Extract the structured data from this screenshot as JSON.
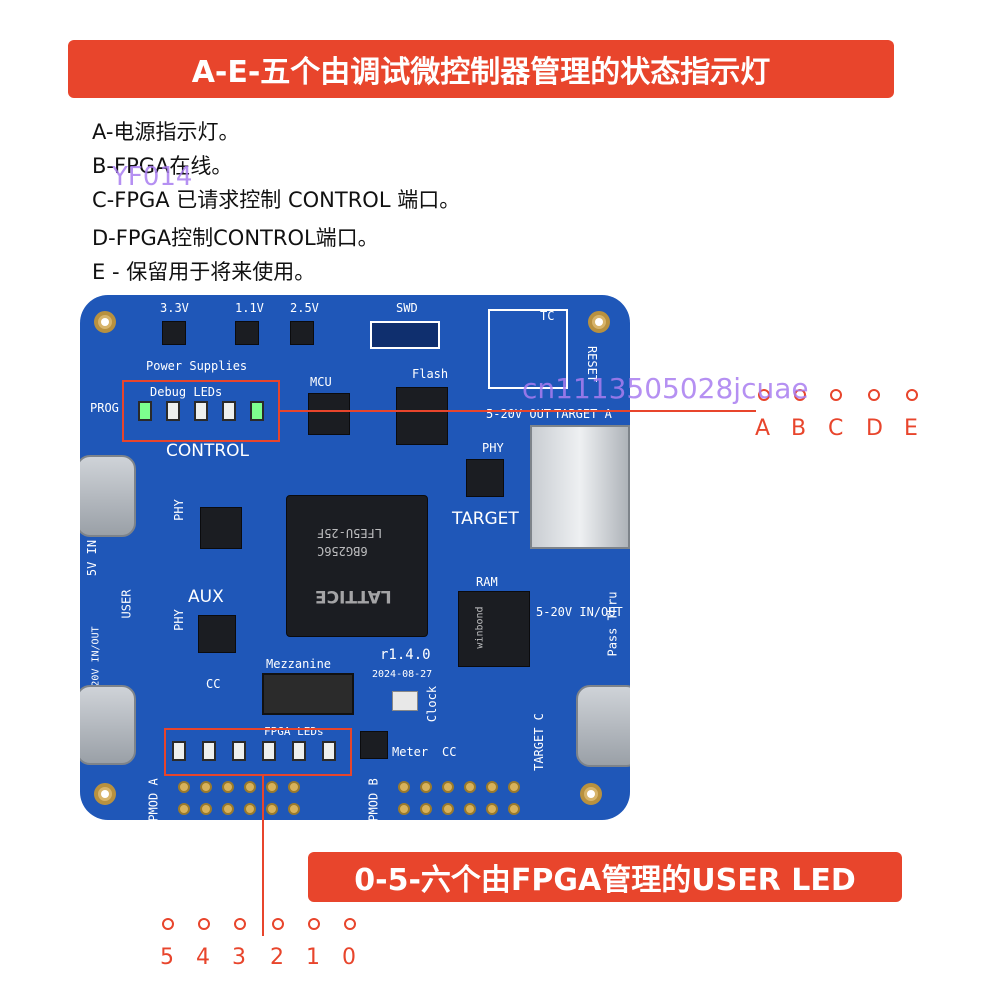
{
  "title_top": "A-E-五个由调试微控制器管理的状态指示灯",
  "descriptions": [
    "A-电源指示灯。",
    "B-FPGA在线。",
    "C-FPGA 已请求控制 CONTROL 端口。",
    "D-FPGA控制CONTROL端口。",
    "E - 保留用于将来使用。"
  ],
  "title_bottom": "0-5-六个由FPGA管理的USER LED",
  "watermarks": [
    "YF014",
    "cn1113505028jcuae"
  ],
  "debug_led_labels": [
    "A",
    "B",
    "C",
    "D",
    "E"
  ],
  "user_led_labels": [
    "5",
    "4",
    "3",
    "2",
    "1",
    "0"
  ],
  "board": {
    "power_supplies": "Power Supplies",
    "v33": "3.3V",
    "v11": "1.1V",
    "v25": "2.5V",
    "swd": "SWD",
    "tc": "TC",
    "mcu": "MCU",
    "flash": "Flash",
    "debug_leds": "Debug LEDs",
    "control": "CONTROL",
    "prog": "PROG",
    "phy1": "PHY",
    "phy2": "PHY",
    "phy3": "PHY",
    "in5v": "5V IN",
    "user": "USER",
    "aux": "AUX",
    "inout": "5-20V IN/OUT",
    "target_a": "TARGET A",
    "out520": "5-20V OUT",
    "target": "TARGET",
    "ram": "RAM",
    "winbond": "winbond",
    "inout2": "5-20V IN/OUT",
    "pass_thru": "Pass Thru",
    "reset": "RESET",
    "target_c": "TARGET C",
    "lattice": "LATTICE",
    "chip_line1": "LFE5U-25F",
    "chip_line2": "6BG256C",
    "mezzanine": "Mezzanine",
    "version": "r1.4.0",
    "date": "2024-08-27",
    "clock": "Clock",
    "cc1": "CC",
    "cc2": "CC",
    "meter": "Meter",
    "fpga_leds": "FPGA LEDs",
    "pmod_a": "PMOD A",
    "pmod_b": "PMOD B"
  },
  "colors": {
    "accent": "#e8452c",
    "board": "#1f57b8",
    "watermark": "#a97df0"
  }
}
